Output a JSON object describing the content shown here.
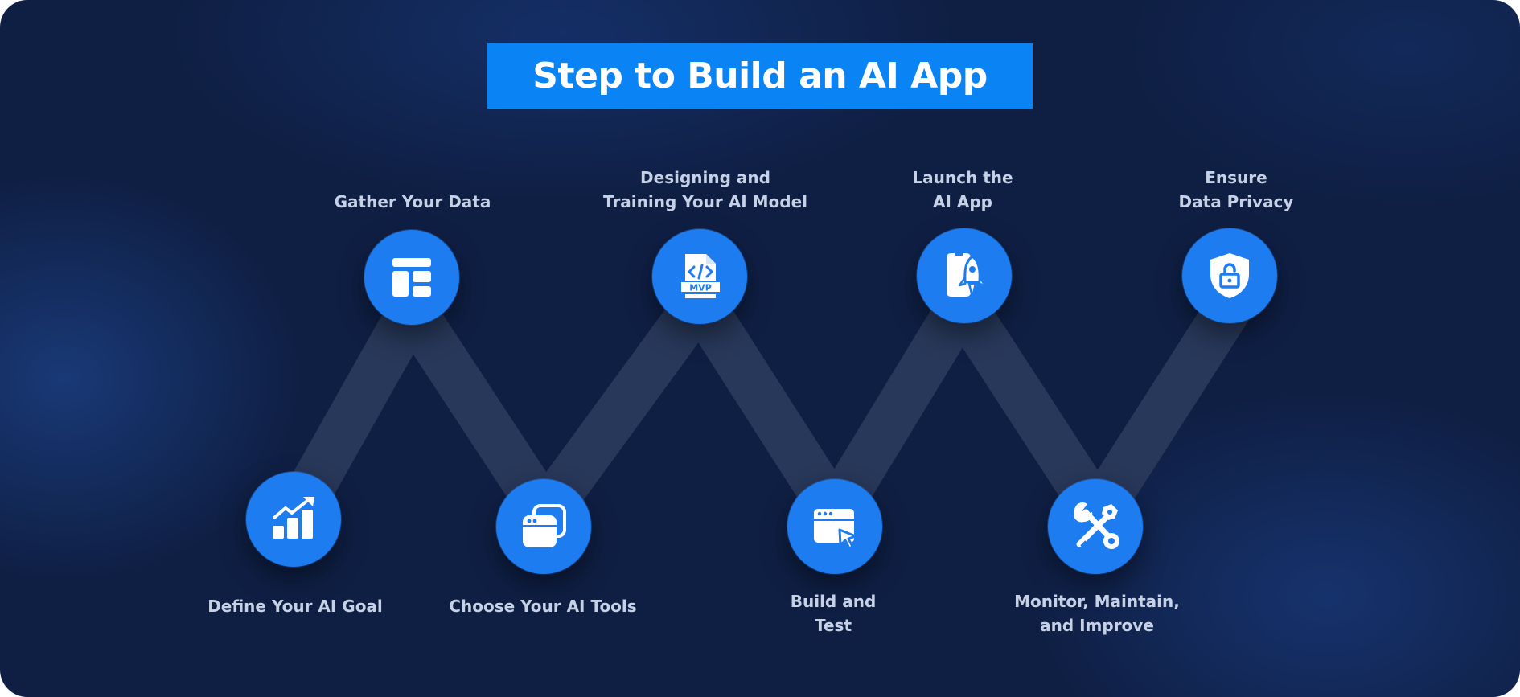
{
  "title": "Step to Build an AI App",
  "colors": {
    "background": "#0f1f44",
    "accent": "#0a84f5",
    "node": "#1d7cf0",
    "path": "#2a3a5c",
    "label": "#c7d1e6"
  },
  "steps": [
    {
      "label": "Define Your AI Goal",
      "icon": "growth-chart-icon"
    },
    {
      "label": "Gather Your Data",
      "icon": "data-layout-icon"
    },
    {
      "label": "Choose Your AI Tools",
      "icon": "app-windows-icon"
    },
    {
      "label": "Designing and\nTraining Your AI Model",
      "icon": "mvp-code-file-icon"
    },
    {
      "label": "Build and\nTest",
      "icon": "browser-cursor-icon"
    },
    {
      "label": "Launch the\nAI App",
      "icon": "rocket-launch-icon"
    },
    {
      "label": "Monitor, Maintain,\nand Improve",
      "icon": "tools-wrench-icon"
    },
    {
      "label": "Ensure\nData Privacy",
      "icon": "shield-lock-icon"
    }
  ]
}
